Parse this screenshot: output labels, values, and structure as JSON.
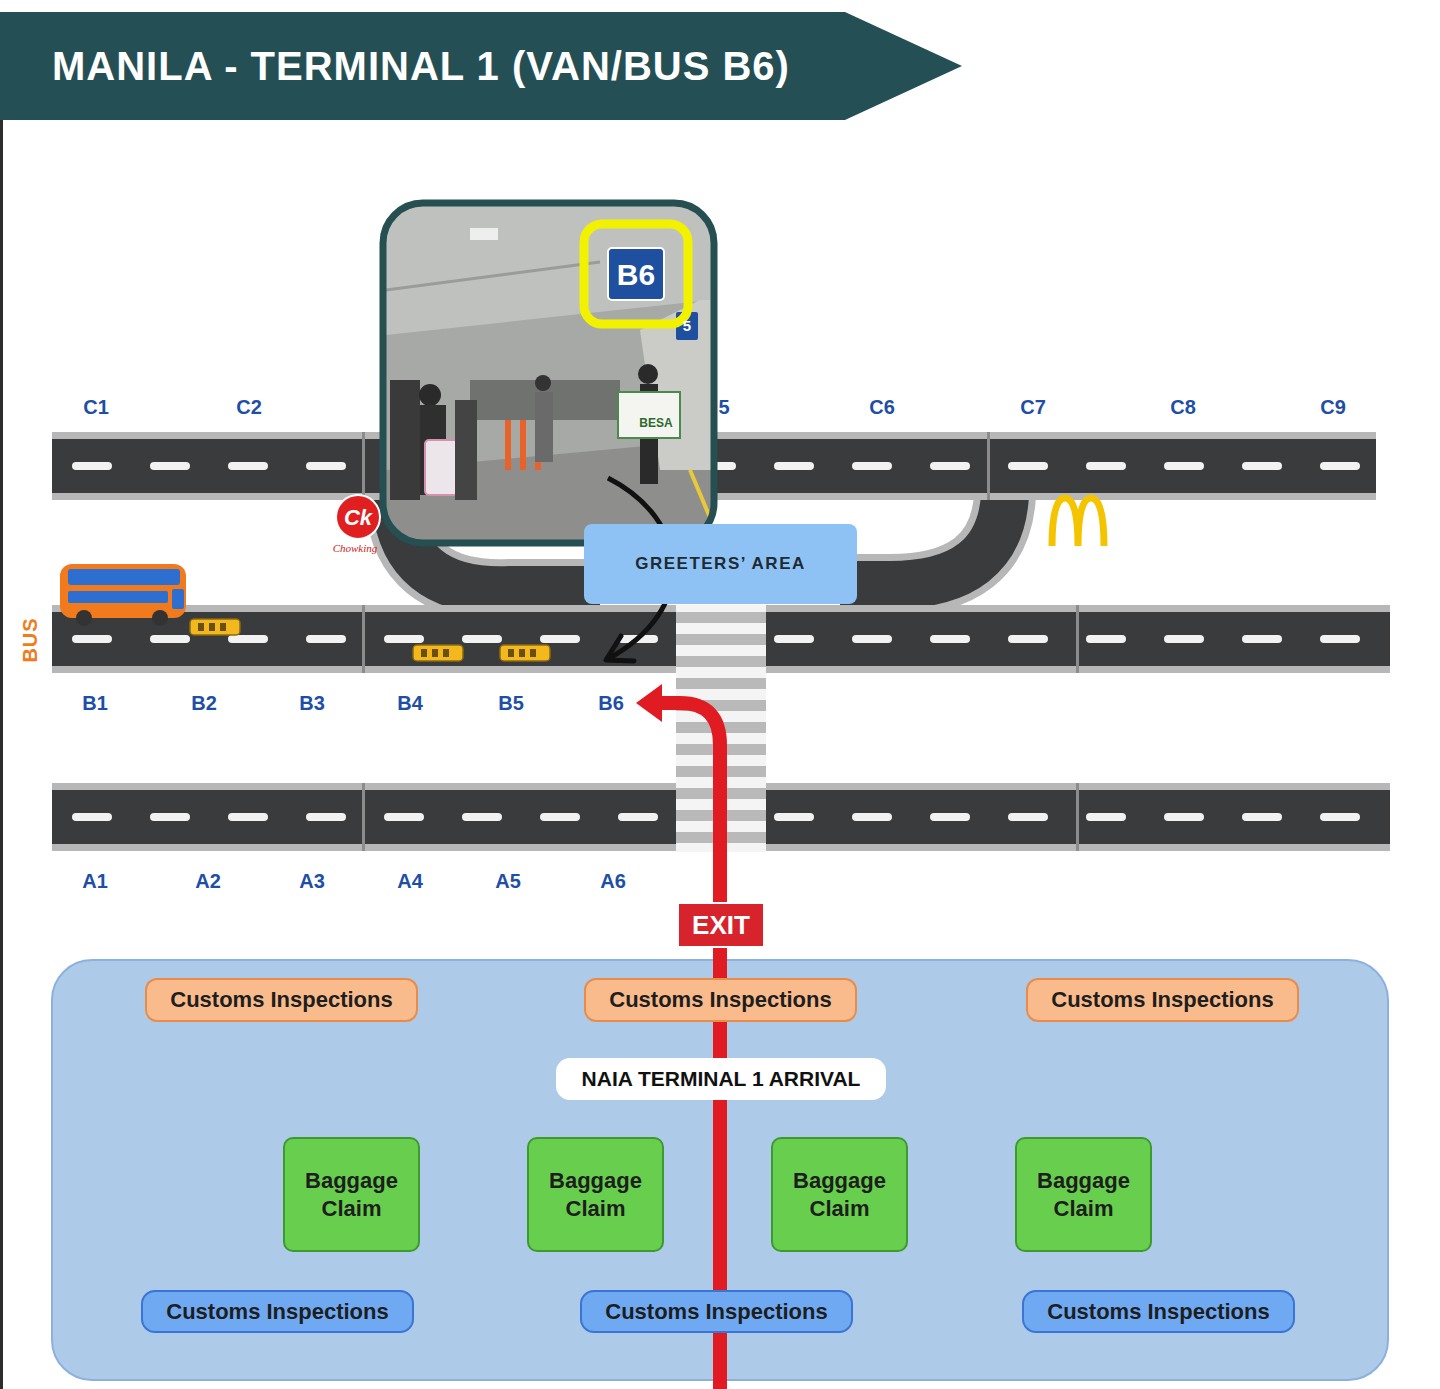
{
  "diagram": {
    "title": "MANILA - TERMINAL 1 (VAN/BUS B6)",
    "nodes": [
      {
        "text": [
          "GREETERS’ AREA"
        ]
      },
      {
        "text": [
          "EXIT"
        ]
      },
      {
        "text": [
          "NAIA TERMINAL 1 ARRIVAL"
        ]
      },
      {
        "text": [
          "Customs Inspections"
        ],
        "in": 2
      },
      {
        "text": [
          "Customs Inspections"
        ],
        "in": 2
      },
      {
        "text": [
          "Customs Inspections"
        ],
        "in": 2
      },
      {
        "text": [
          "Baggage Claim"
        ],
        "in": 2
      },
      {
        "text": [
          "Baggage Claim"
        ],
        "in": 2
      },
      {
        "text": [
          "Baggage Claim"
        ],
        "in": 2
      },
      {
        "text": [
          "Baggage Claim"
        ],
        "in": 2
      },
      {
        "text": [
          "Customs Inspections"
        ],
        "in": 2
      },
      {
        "text": [
          "Customs Inspections"
        ],
        "in": 2
      },
      {
        "text": [
          "Customs Inspections"
        ],
        "in": 2
      }
    ],
    "labels": [
      "C1",
      "C2",
      "5",
      "C6",
      "C7",
      "C8",
      "C9",
      "B1",
      "B2",
      "B3",
      "B4",
      "B5",
      "B6",
      "A1",
      "A2",
      "A3",
      "A4",
      "A5",
      "A6",
      "BUS",
      "Ck",
      "Chowking",
      "B6",
      "5",
      "BESA"
    ]
  }
}
